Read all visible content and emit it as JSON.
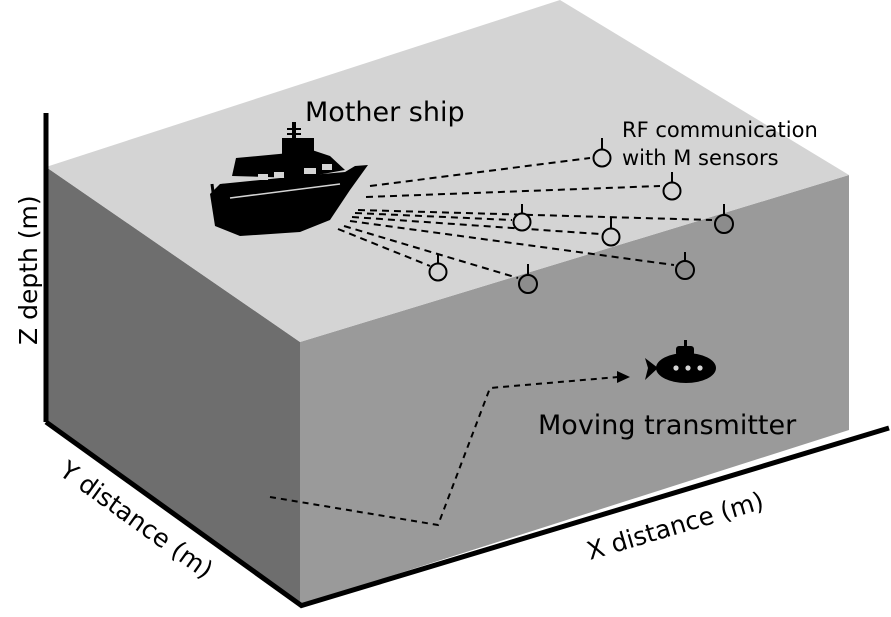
{
  "labels": {
    "mother_ship": "Mother ship",
    "rf_line1": "RF communication",
    "rf_line2": "with M sensors",
    "transmitter": "Moving transmitter",
    "z_axis": "Z depth (m)",
    "y_axis": "Y distance (m)",
    "x_axis": "X distance (m)"
  },
  "colors": {
    "top_face": "#d4d4d4",
    "front_face": "#9a9a9a",
    "side_face": "#6e6e6e",
    "sensor_fill": "#8c8c8c",
    "line": "#000000"
  },
  "icons": {
    "ship": "ship-icon",
    "submarine": "submarine-icon",
    "sensor": "sensor-buoy-icon"
  }
}
